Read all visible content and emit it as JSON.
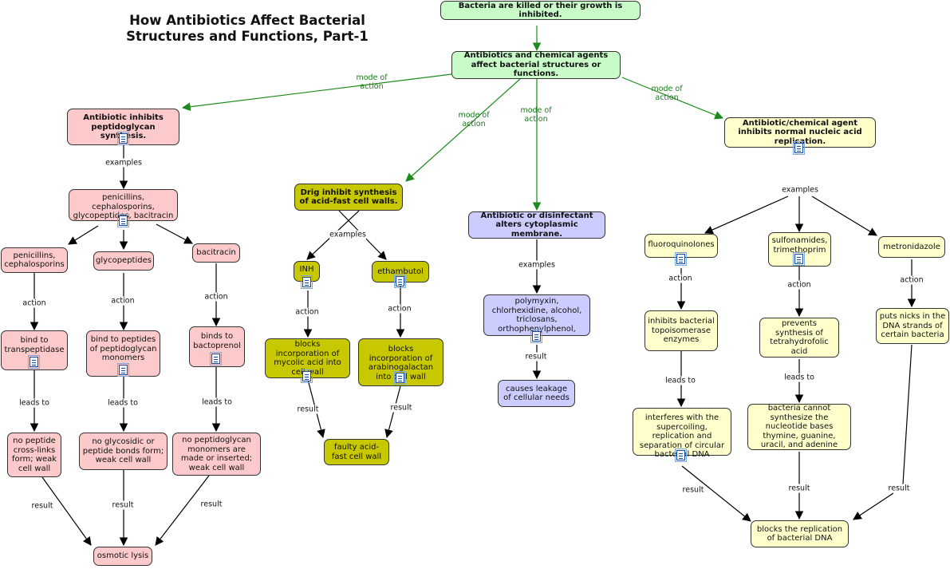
{
  "title": "How Antibiotics Affect Bacterial Structures and Functions, Part-1",
  "nodes": {
    "killed": "Bacteria are killed or their growth is inhibited.",
    "agents": "Antibiotics and chemical agents affect bacterial structures or functions.",
    "peptidoglycan": "Antibiotic inhibits peptidoglycan synthesis.",
    "acidfast": "Drig inhibit synthesis of acid-fast cell walls.",
    "membrane": "Antibiotic or disinfectant alters cytoplasmic membrane.",
    "nucleic": "Antibiotic/chemical agent inhibits normal nucleic acid replication.",
    "pcg": "penicillins, cephalosporins, glycopeptides, bacitracin",
    "pen": "penicillins, cephalosporins",
    "glyco": "glycopeptides",
    "baci": "bacitracin",
    "trans": "bind to transpeptidase",
    "peptides": "bind to peptides of peptidoglycan monomers",
    "bactoprenol": "binds to bactoprenol",
    "nocross": "no peptide cross-links form; weak cell wall",
    "noglyco": "no glycosidic or peptide bonds form; weak cell wall",
    "nomono": "no peptidoglycan monomers are made or inserted; weak cell wall",
    "osmotic": "osmotic lysis",
    "inh": "INH",
    "etham": "ethambutol",
    "mycolic": "blocks incorporation of mycolic acid into cell wall",
    "arabino": "blocks incorporation of arabinogalactan into cell wall",
    "faulty": "faulty acid-fast cell wall",
    "polymyxin": "polymyxin, chlorhexidine, alcohol, triclosans, orthophenylphenol,",
    "leakage": "causes leakage of cellular needs",
    "fluoro": "fluoroquinolones",
    "sulfa": "sulfonamides, trimethoprim",
    "metro": "metronidazole",
    "topo": "inhibits bacterial topoisomerase enzymes",
    "tetra": "prevents synthesis of tetrahydrofolic acid",
    "nicks": "puts nicks in the DNA strands of certain bacteria",
    "supercoil": "interferes with the supercoiling, replication and separation of circular bacterial DNA",
    "cannot": "bacteria cannot synthesize the nucleotide bases thymine, guanine, uracil, and adenine",
    "blocks": "blocks the replication of bacterial DNA"
  },
  "links": {
    "mode": "mode of action",
    "examples": "examples",
    "action": "action",
    "leads": "leads to",
    "result": "result"
  },
  "colors": {
    "pink": "#fccaca",
    "green": "#c9fbc9",
    "olive": "#c8c800",
    "blue": "#ccccff",
    "yellow": "#ffffcc",
    "link_green": "#1c7a1c"
  }
}
